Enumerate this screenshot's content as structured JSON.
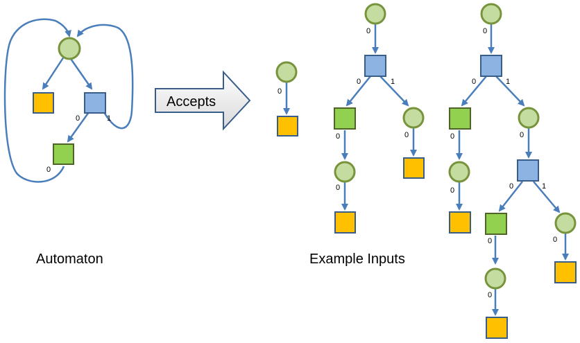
{
  "captions": {
    "automaton": "Automaton",
    "examples": "Example Inputs"
  },
  "arrow_label": "Accepts",
  "edge_labels": {
    "zero": "0",
    "one": "1"
  },
  "node_kinds": {
    "initial": "light-green-circle",
    "branch": "blue-square",
    "unary": "green-square",
    "leaf": "yellow-square"
  },
  "colors": {
    "circle_fill": "#c4dc9f",
    "circle_stroke": "#77933c",
    "blue_fill": "#8db3e2",
    "blue_stroke": "#385d8a",
    "green_fill": "#92d050",
    "green_stroke": "#4f6228",
    "yellow_fill": "#ffc000",
    "yellow_stroke": "#385d8a",
    "edge": "#4a7ebb",
    "arrow_fill_top": "#ffffff",
    "arrow_fill_bottom": "#d9d9d9"
  }
}
